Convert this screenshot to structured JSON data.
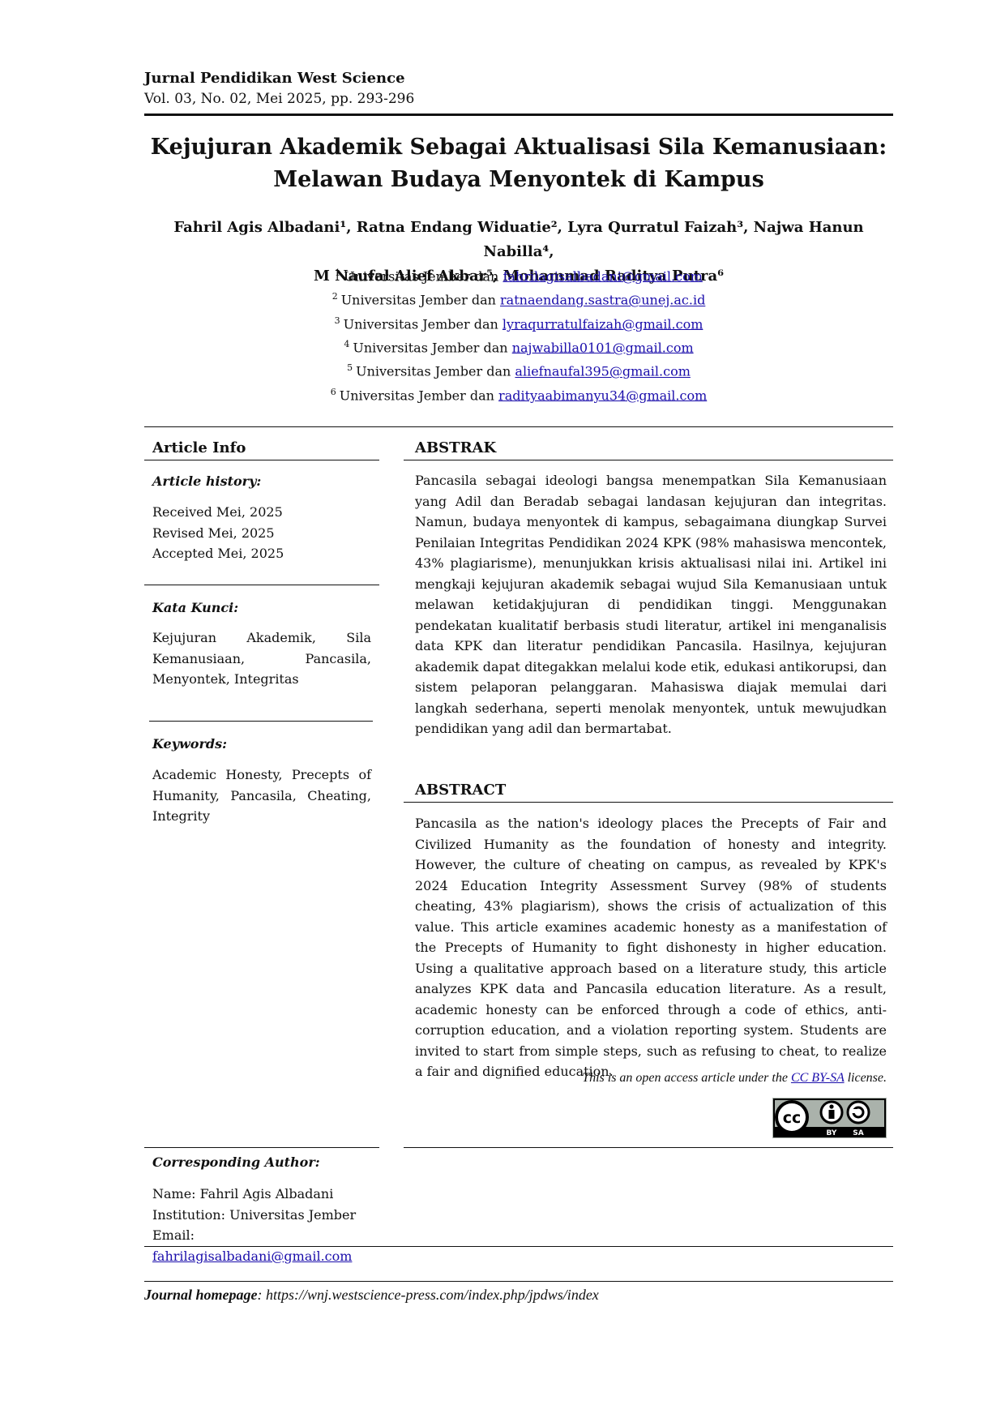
{
  "header": {
    "journal": "Jurnal Pendidikan West Science",
    "volume": "Vol. 03, No. 02, Mei 2025, pp. 293-296"
  },
  "title": {
    "line1": "Kejujuran Akademik Sebagai Aktualisasi Sila Kemanusiaan:",
    "line2": "Melawan Budaya Menyontek di Kampus"
  },
  "authors": {
    "line1": "Fahril Agis Albadani¹, Ratna Endang Widuatie², Lyra Qurratul Faizah³, Najwa Hanun Nabilla⁴,",
    "line2": "M Naufal Alief Akbar⁵, Mohammad Raditya Putra⁶"
  },
  "affiliations": [
    {
      "num": "1",
      "text": "Universitas Jember dan ",
      "email": "fahrilagisalbadani@gmail.com"
    },
    {
      "num": "2",
      "text": "Universitas Jember dan ",
      "email": "ratnaendang.sastra@unej.ac.id"
    },
    {
      "num": "3",
      "text": "Universitas Jember dan ",
      "email": "lyraqurratulfaizah@gmail.com"
    },
    {
      "num": "4",
      "text": "Universitas Jember dan ",
      "email": "najwabilla0101@gmail.com"
    },
    {
      "num": "5",
      "text": "Universitas Jember dan ",
      "email": "aliefnaufal395@gmail.com"
    },
    {
      "num": "6",
      "text": "Universitas Jember dan ",
      "email": "radityaabimanyu34@gmail.com"
    }
  ],
  "article_info": {
    "heading": "Article Info",
    "history_label": "Article history:",
    "received": "Received Mei, 2025",
    "revised": "Revised Mei, 2025",
    "accepted": "Accepted Mei, 2025",
    "kata_kunci_label": "Kata Kunci:",
    "kata_kunci": "Kejujuran Akademik, Sila Kemanusiaan, Pancasila, Menyontek, Integritas",
    "keywords_label": "Keywords:",
    "keywords": "Academic Honesty, Precepts of Humanity, Pancasila, Cheating, Integrity"
  },
  "abstrak": {
    "heading": "ABSTRAK",
    "text": "Pancasila sebagai ideologi bangsa menempatkan Sila Kemanusiaan yang Adil dan Beradab sebagai landasan kejujuran dan integritas. Namun, budaya menyontek di kampus, sebagaimana diungkap Survei Penilaian Integritas Pendidikan 2024 KPK (98% mahasiswa mencontek, 43% plagiarisme), menunjukkan krisis aktualisasi nilai ini. Artikel ini mengkaji kejujuran akademik sebagai wujud Sila Kemanusiaan untuk melawan ketidakjujuran di pendidikan tinggi. Menggunakan pendekatan kualitatif berbasis studi literatur, artikel ini menganalisis data KPK dan literatur pendidikan Pancasila. Hasilnya, kejujuran akademik dapat ditegakkan melalui kode etik, edukasi antikorupsi, dan sistem pelaporan pelanggaran. Mahasiswa diajak memulai dari langkah sederhana, seperti menolak menyontek, untuk mewujudkan pendidikan yang adil dan bermartabat."
  },
  "abstract": {
    "heading": "ABSTRACT",
    "text": "Pancasila as the nation's ideology places the Precepts of Fair and Civilized Humanity as the foundation of honesty and integrity. However, the culture of cheating on campus, as revealed by KPK's 2024 Education Integrity Assessment Survey (98% of students cheating, 43% plagiarism), shows the crisis of actualization of this value. This article examines academic honesty as a manifestation of the Precepts of Humanity to fight dishonesty in higher education. Using a qualitative approach based on a literature study, this article analyzes KPK data and Pancasila education literature. As a result, academic honesty can be enforced through a code of ethics, anti-corruption education, and a violation reporting system. Students are invited to start from simple steps, such as refusing to cheat, to realize a fair and dignified education."
  },
  "license": {
    "prefix": "This is an open access article under the ",
    "link": "CC BY-SA",
    "suffix": " license.",
    "badge_by": "BY",
    "badge_sa": "SA"
  },
  "corresponding": {
    "label": "Corresponding Author:",
    "name": "Name: Fahril Agis Albadani",
    "institution": "Institution: Universitas Jember",
    "email_label": "Email: ",
    "email": "fahrilagisalbadani@gmail.com"
  },
  "footer": {
    "label": "Journal homepage",
    "url": ": https://wnj.westscience-press.com/index.php/jpdws/index"
  }
}
